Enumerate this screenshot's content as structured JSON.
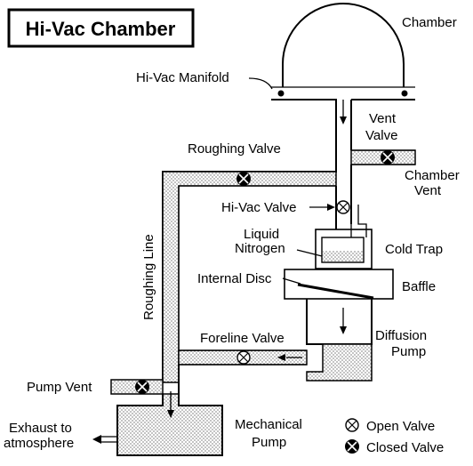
{
  "title": "Hi-Vac Chamber",
  "labels": {
    "chamber": "Chamber",
    "hivac_manifold": "Hi-Vac Manifold",
    "vent_valve_1": "Vent",
    "vent_valve_2": "Valve",
    "roughing_valve": "Roughing Valve",
    "chamber_vent_1": "Chamber",
    "chamber_vent_2": "Vent",
    "hivac_valve": "Hi-Vac Valve",
    "liquid_nitrogen_1": "Liquid",
    "liquid_nitrogen_2": "Nitrogen",
    "cold_trap": "Cold Trap",
    "internal_disc": "Internal Disc",
    "baffle": "Baffle",
    "roughing_line": "Roughing Line",
    "foreline_valve": "Foreline Valve",
    "diffusion_pump_1": "Diffusion",
    "diffusion_pump_2": "Pump",
    "pump_vent": "Pump Vent",
    "exhaust_1": "Exhaust to",
    "exhaust_2": "atmosphere",
    "mechanical_pump_1": "Mechanical",
    "mechanical_pump_2": "Pump"
  },
  "legend": {
    "open_valve": "Open Valve",
    "closed_valve": "Closed Valve"
  }
}
